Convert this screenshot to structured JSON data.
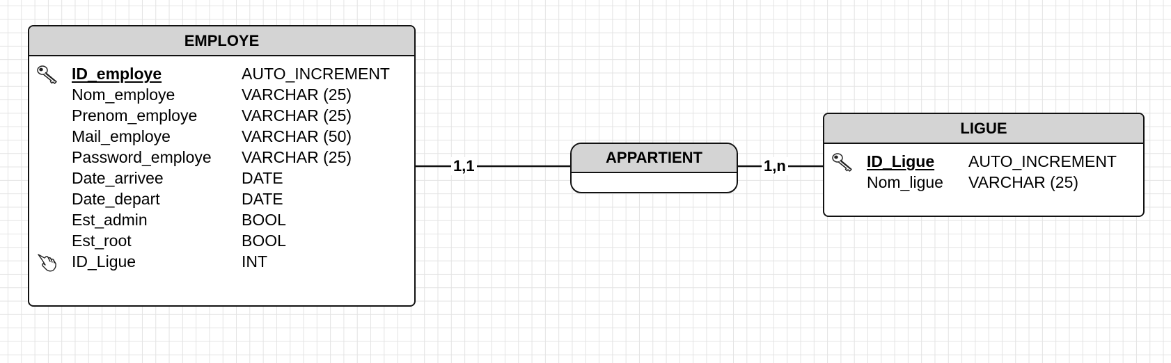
{
  "entities": {
    "employe": {
      "name": "EMPLOYE",
      "attributes": [
        {
          "name": "ID_employe",
          "type": "AUTO_INCREMENT",
          "role": "primary-key",
          "icon": "key-icon"
        },
        {
          "name": "Nom_employe",
          "type": "VARCHAR (25)",
          "role": "",
          "icon": ""
        },
        {
          "name": "Prenom_employe",
          "type": "VARCHAR (25)",
          "role": "",
          "icon": ""
        },
        {
          "name": "Mail_employe",
          "type": "VARCHAR (50)",
          "role": "",
          "icon": ""
        },
        {
          "name": "Password_employe",
          "type": "VARCHAR (25)",
          "role": "",
          "icon": ""
        },
        {
          "name": "Date_arrivee",
          "type": "DATE",
          "role": "",
          "icon": ""
        },
        {
          "name": "Date_depart",
          "type": "DATE",
          "role": "",
          "icon": ""
        },
        {
          "name": "Est_admin",
          "type": "BOOL",
          "role": "",
          "icon": ""
        },
        {
          "name": "Est_root",
          "type": "BOOL",
          "role": "",
          "icon": ""
        },
        {
          "name": "ID_Ligue",
          "type": "INT",
          "role": "foreign-key",
          "icon": "pointing-hand-icon"
        }
      ]
    },
    "ligue": {
      "name": "LIGUE",
      "attributes": [
        {
          "name": "ID_Ligue",
          "type": "AUTO_INCREMENT",
          "role": "primary-key",
          "icon": "key-icon"
        },
        {
          "name": "Nom_ligue",
          "type": "VARCHAR (25)",
          "role": "",
          "icon": ""
        }
      ]
    }
  },
  "relation": {
    "name": "APPARTIENT",
    "card_employe": "1,1",
    "card_ligue": "1,n"
  },
  "colors": {
    "header_fill": "#d4d4d4",
    "border": "#111111",
    "grid": "#e3e3e3"
  }
}
